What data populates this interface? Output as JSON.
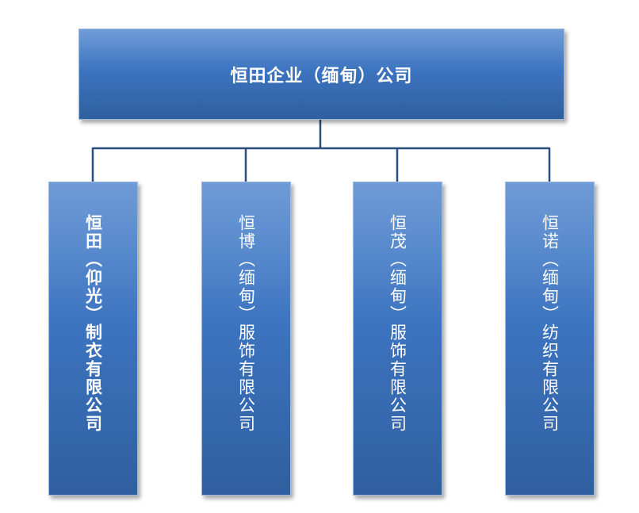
{
  "root": {
    "label": "恒田企业（缅甸）公司"
  },
  "children": [
    {
      "label": "恒田（仰光）制衣有限公司"
    },
    {
      "label": "恒博（缅甸）服饰有限公司"
    },
    {
      "label": "恒茂（缅甸）服饰有限公司"
    },
    {
      "label": "恒诺（缅甸）纺织有限公司"
    }
  ],
  "colors": {
    "box_fill": "#3d74c0",
    "box_border": "#9db9de",
    "connector": "#2c4e7d",
    "text": "#ffffff"
  }
}
